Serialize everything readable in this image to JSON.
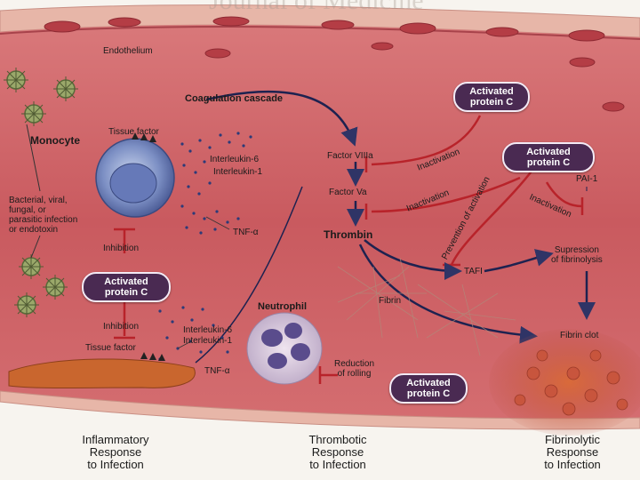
{
  "header_ghost": "Journal of Medicine",
  "labels": {
    "endothelium": "Endothelium",
    "coagulation_cascade": "Coagulation cascade",
    "tissue_factor_top": "Tissue factor",
    "monocyte": "Monocyte",
    "il6_top": "Interleukin-6",
    "il1_top": "Interleukin-1",
    "tnf_top": "TNF-α",
    "infection": [
      "Bacterial, viral,",
      "fungal, or",
      "parasitic infection",
      "or endotoxin"
    ],
    "inhibition_1": "Inhibition",
    "inhibition_2": "Inhibition",
    "tissue_factor_bottom": "Tissue factor",
    "neutrophil": "Neutrophil",
    "il6_bottom": "Interleukin-6",
    "il1_bottom": "Interleukin-1",
    "tnf_bottom": "TNF-α",
    "reduction": [
      "Reduction",
      "of rolling"
    ],
    "factor_viiia": "Factor VIIIa",
    "factor_va": "Factor Va",
    "thrombin": "Thrombin",
    "fibrin": "Fibrin",
    "tafi": "TAFI",
    "pai1": "PAI-1",
    "suppression": [
      "Supression",
      "of fibrinolysis"
    ],
    "fibrin_clot": "Fibrin clot",
    "inactivation_1": "Inactivation",
    "inactivation_2": "Inactivation",
    "inactivation_3": "Inactivation",
    "prevention": "Prevention of activation"
  },
  "apc_pills": [
    [
      "Activated",
      "protein C"
    ],
    [
      "Activated",
      "protein C"
    ],
    [
      "Activated",
      "protein C"
    ],
    [
      "Activated",
      "protein C"
    ]
  ],
  "bottom_captions": {
    "inflammatory": [
      "Inflammatory",
      "Response",
      "to Infection"
    ],
    "thrombotic": [
      "Thrombotic",
      "Response",
      "to Infection"
    ],
    "fibrinolytic": [
      "Fibrinolytic",
      "Response",
      "to Infection"
    ]
  },
  "colors": {
    "vessel": "#c95a5f",
    "pill": "#4a2a52",
    "inhibit": "#b8232a",
    "arrow": "#3b3f6e"
  }
}
